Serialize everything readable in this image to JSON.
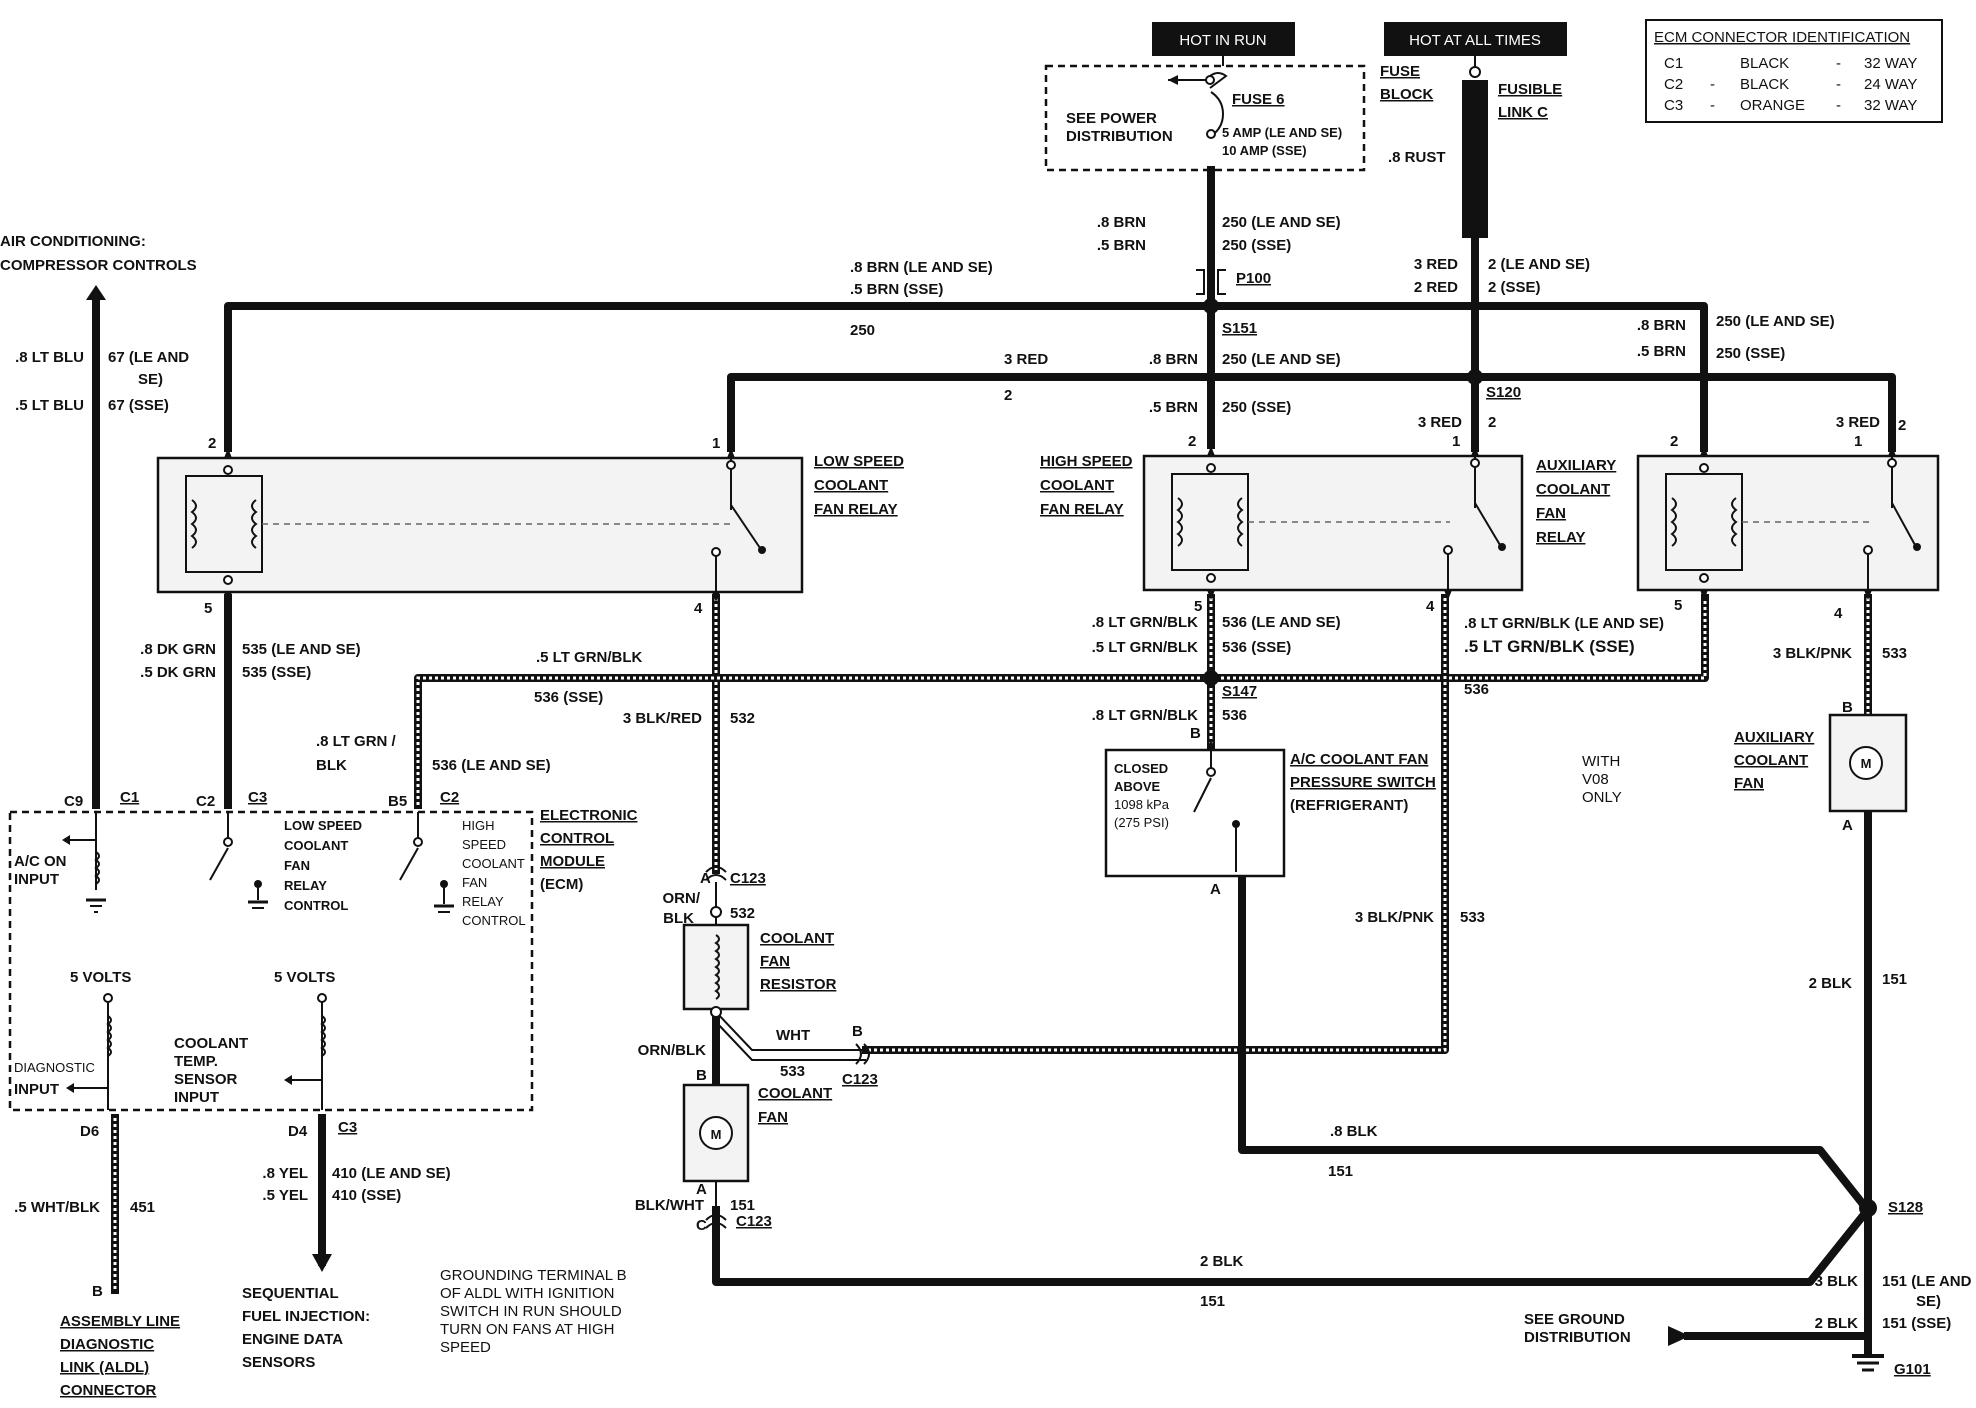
{
  "header": {
    "hot_in_run": "HOT IN RUN",
    "hot_at_all_times": "HOT AT ALL TIMES"
  },
  "ecm_connector_table": {
    "title": "ECM CONNECTOR IDENTIFICATION",
    "rows": [
      {
        "id": "C1",
        "sep1": "",
        "color": "BLACK",
        "sep2": "-",
        "ways": "32 WAY"
      },
      {
        "id": "C2",
        "sep1": "-",
        "color": "BLACK",
        "sep2": "-",
        "ways": "24 WAY"
      },
      {
        "id": "C3",
        "sep1": "-",
        "color": "ORANGE",
        "sep2": "-",
        "ways": "32 WAY"
      }
    ]
  },
  "fuse_block": {
    "see_power_1": "SEE POWER",
    "see_power_2": "DISTRIBUTION",
    "fuse": "FUSE 6",
    "rating_1": "5 AMP (LE AND SE)",
    "rating_2": "10 AMP (SSE)",
    "label_1": "FUSE",
    "label_2": "BLOCK"
  },
  "fusible_link": {
    "label_1": "FUSIBLE",
    "label_2": "LINK C",
    "wire": ".8 RUST"
  },
  "wire_labels": {
    "brn_le_1": ".8 BRN",
    "brn_le_1_circ": "250 (LE AND SE)",
    "brn_sse_1": ".5 BRN",
    "brn_sse_1_circ": "250 (SSE)",
    "p100": "P100",
    "left_brn_le": ".8 BRN (LE AND SE)",
    "left_brn_sse": ".5 BRN (SSE)",
    "left_250": "250",
    "s151": "S151",
    "red3_top": "3 RED",
    "red2_top": "2 RED",
    "red3_top_circ": "2 (LE AND SE)",
    "red2_top_circ": "2 (SSE)",
    "right_brn_le": ".8 BRN",
    "right_brn_le_circ": "250 (LE AND SE)",
    "right_brn_sse": ".5 BRN",
    "right_brn_sse_circ": "250 (SSE)",
    "mid_3red": "3 RED",
    "mid_2": "2",
    "mid_brn_le": ".8 BRN",
    "mid_brn_le_circ": "250 (LE AND SE)",
    "s120": "S120",
    "hs_brn_sse": ".5 BRN",
    "hs_brn_sse_circ": "250 (SSE)",
    "red3_hs": "3 RED",
    "red3_hs_circ": "2",
    "aux_3red": "3 RED",
    "ac_ltblu_le": ".8 LT BLU",
    "ac_ltblu_le_circ": "67 (LE AND",
    "ac_ltblu_le_circ2": "SE)",
    "ac_ltblu_sse": ".5 LT BLU",
    "ac_ltblu_sse_circ": "67 (SSE)",
    "dkgrn_le": ".8 DK GRN",
    "dkgrn_le_circ": "535 (LE AND SE)",
    "dkgrn_sse": ".5 DK GRN",
    "dkgrn_sse_circ": "535 (SSE)",
    "ltgrnblk_5": ".5 LT GRN/BLK",
    "c536_sse": "536 (SSE)",
    "ltgrn_8_1": ".8 LT GRN /",
    "ltgrn_8_2": "BLK",
    "c536_le": "536 (LE AND SE)",
    "blkred": "3 BLK/RED",
    "c532": "532",
    "hs_ltgrn_le": ".8 LT GRN/BLK",
    "hs_ltgrn_le_circ": "536 (LE AND SE)",
    "hs_ltgrn_sse": ".5 LT GRN/BLK",
    "hs_ltgrn_sse_circ": "536 (SSE)",
    "s147": "S147",
    "sw_ltgrn": ".8 LT GRN/BLK",
    "sw_536": "536",
    "aux_ltgrn_le": ".8 LT GRN/BLK (LE AND SE)",
    "aux_ltgrn_sse": ".5 LT GRN/BLK (SSE)",
    "c536_right": "536",
    "aux_blkpnk": "3 BLK/PNK",
    "aux_533": "533",
    "mid_blkpnk": "3 BLK/PNK",
    "mid_533": "533",
    "blk2_right": "2 BLK",
    "blk2_right_151": "151",
    "orn_blk_1": "ORN/",
    "orn_blk_2": "BLK",
    "c532_b": "532",
    "orn_blk_low": "ORN/BLK",
    "wht": "WHT",
    "c533_low": "533",
    "blk8": ".8 BLK",
    "c151_mid": "151",
    "blk_wht": "BLK/WHT",
    "c151_fan": "151",
    "blk2_bottom": "2 BLK",
    "c151_bottom": "151",
    "s128": "S128",
    "blk3_s128": "3 BLK",
    "c151_le": "151 (LE AND",
    "c151_le2": "SE)",
    "blk2_gnd": "2 BLK",
    "c151_sse": "151 (SSE)",
    "g101": "G101",
    "wht_blk": ".5 WHT/BLK",
    "c451": "451",
    "yel_le": ".8 YEL",
    "yel_le_circ": "410 (LE AND SE)",
    "yel_sse": ".5 YEL",
    "yel_sse_circ": "410 (SSE)"
  },
  "relays": {
    "low_speed": [
      "LOW SPEED",
      "COOLANT",
      "FAN RELAY"
    ],
    "high_speed": [
      "HIGH SPEED",
      "COOLANT",
      "FAN RELAY"
    ],
    "auxiliary": [
      "AUXILIARY",
      "COOLANT",
      "FAN",
      "RELAY"
    ]
  },
  "pins": {
    "ls_2": "2",
    "ls_1": "1",
    "ls_5": "5",
    "ls_4": "4",
    "hs_2": "2",
    "hs_1": "1",
    "hs_5": "5",
    "hs_4": "4",
    "ax_2": "2",
    "ax_1": "1",
    "ax_5": "5",
    "ax_4": "4",
    "c9": "C9",
    "c1": "C1",
    "c2a": "C2",
    "c3a": "C3",
    "b5": "B5",
    "c2b": "C2",
    "d6": "D6",
    "d4": "D4",
    "c3b": "C3",
    "sw_b": "B",
    "sw_a": "A",
    "c123_a": "A",
    "c123_1": "C123",
    "fan_b": "B",
    "fan_a": "A",
    "c123_c": "C",
    "c123_3": "C123",
    "c123_b": "B",
    "c123_2": "C123",
    "aux_b": "B",
    "aux_a": "A",
    "aldl_b": "B"
  },
  "ac_controls": [
    "AIR CONDITIONING:",
    "COMPRESSOR CONTROLS"
  ],
  "ecm": {
    "label": [
      "ELECTRONIC",
      "CONTROL",
      "MODULE",
      "(ECM)"
    ],
    "ac_on": [
      "A/C ON",
      "INPUT"
    ],
    "low_speed_ctrl": [
      "LOW SPEED",
      "COOLANT",
      "FAN",
      "RELAY",
      "CONTROL"
    ],
    "high_speed_ctrl": [
      "HIGH",
      "SPEED",
      "COOLANT",
      "FAN",
      "RELAY",
      "CONTROL"
    ],
    "five_volts_1": "5 VOLTS",
    "five_volts_2": "5 VOLTS",
    "diag": [
      "DIAGNOSTIC",
      "INPUT"
    ],
    "coolant_temp": [
      "COOLANT",
      "TEMP.",
      "SENSOR",
      "INPUT"
    ]
  },
  "ac_switch": {
    "text": [
      "CLOSED",
      "ABOVE",
      "1098 kPa",
      "(275 PSI)"
    ],
    "label": [
      "A/C COOLANT FAN",
      "PRESSURE SWITCH",
      "(REFRIGERANT)"
    ]
  },
  "resistor_label": [
    "COOLANT",
    "FAN",
    "RESISTOR"
  ],
  "fan_label": [
    "COOLANT",
    "FAN"
  ],
  "aux_fan_label": [
    "AUXILIARY",
    "COOLANT",
    "FAN"
  ],
  "with_v08": [
    "WITH",
    "V08",
    "ONLY"
  ],
  "aldl": [
    "ASSEMBLY LINE",
    "DIAGNOSTIC",
    "LINK (ALDL)",
    "CONNECTOR"
  ],
  "sfi": [
    "SEQUENTIAL",
    "FUEL INJECTION:",
    "ENGINE DATA",
    "SENSORS"
  ],
  "note": [
    "GROUNDING TERMINAL B",
    "OF ALDL WITH IGNITION",
    "SWITCH IN RUN SHOULD",
    "TURN ON FANS AT HIGH",
    "SPEED"
  ],
  "ground_dist": [
    "SEE GROUND",
    "DISTRIBUTION"
  ],
  "motor_symbol": "M"
}
